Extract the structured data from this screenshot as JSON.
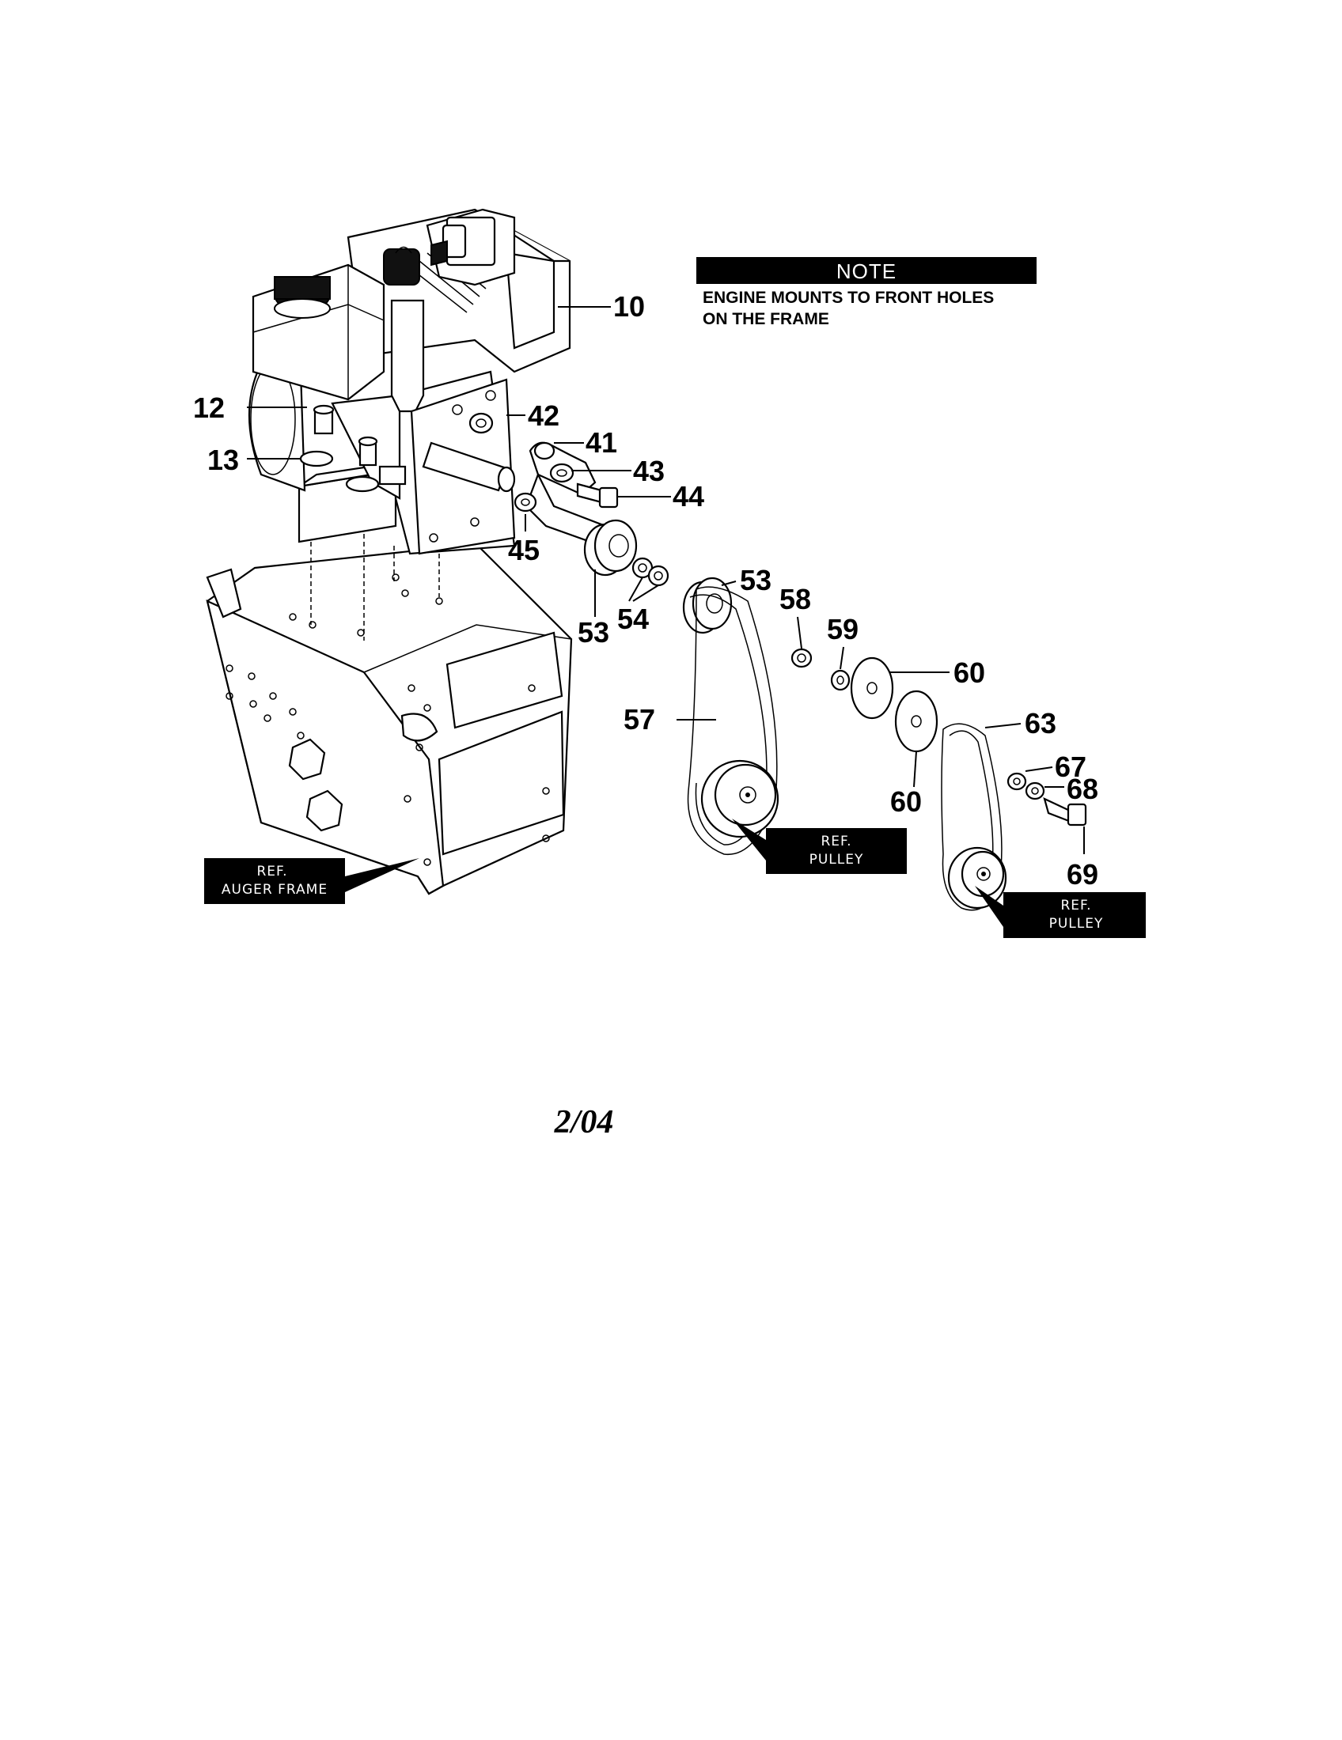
{
  "note": {
    "title": "NOTE",
    "line1": "ENGINE MOUNTS TO FRONT HOLES",
    "line2": "ON THE FRAME"
  },
  "part_numbers": {
    "p10": "10",
    "p12": "12",
    "p13": "13",
    "p42": "42",
    "p41": "41",
    "p43": "43",
    "p44": "44",
    "p45": "45",
    "p53a": "53",
    "p53b": "53",
    "p54": "54",
    "p57": "57",
    "p58": "58",
    "p59": "59",
    "p60a": "60",
    "p60b": "60",
    "p63": "63",
    "p67": "67",
    "p68": "68",
    "p69": "69"
  },
  "ref_labels": {
    "auger_frame": {
      "line1": "REF.",
      "line2": "AUGER FRAME"
    },
    "pulley_1": {
      "line1": "REF.",
      "line2": "PULLEY"
    },
    "pulley_2": {
      "line1": "REF.",
      "line2": "PULLEY"
    }
  },
  "footer": {
    "date": "2/04"
  }
}
